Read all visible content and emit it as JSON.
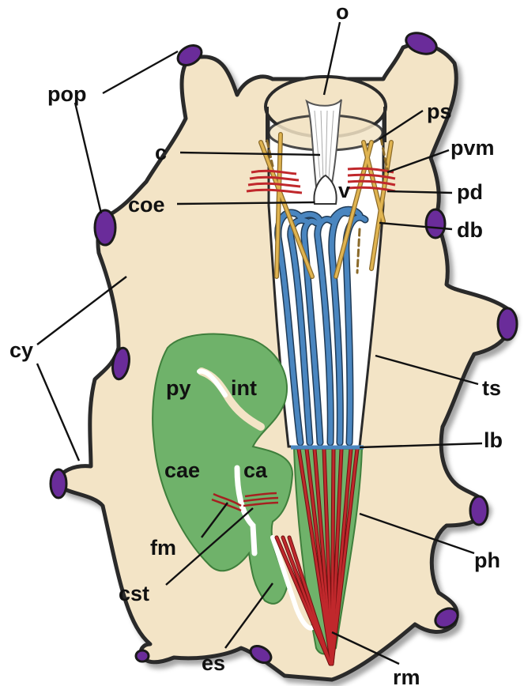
{
  "labels": {
    "o": "o",
    "pop": "pop",
    "ps": "ps",
    "c": "c",
    "pvm": "pvm",
    "coe": "coe",
    "v": "v",
    "pd": "pd",
    "db": "db",
    "cy": "cy",
    "py": "py",
    "int": "int",
    "ts": "ts",
    "lb": "lb",
    "cae": "cae",
    "ca": "ca",
    "fm": "fm",
    "cst": "cst",
    "ph": "ph",
    "es": "es",
    "rm": "rm"
  },
  "colors": {
    "body": "#f3e4c6",
    "body_outline": "#2a2a2a",
    "papilla_tip": "#6a2c9a",
    "gut": "#6fb26a",
    "gut_dark": "#3f7f3c",
    "canal": "#4a86c0",
    "muscle": "#c0282c",
    "sphincter": "#c9a24a",
    "lumen": "#ffffff"
  }
}
